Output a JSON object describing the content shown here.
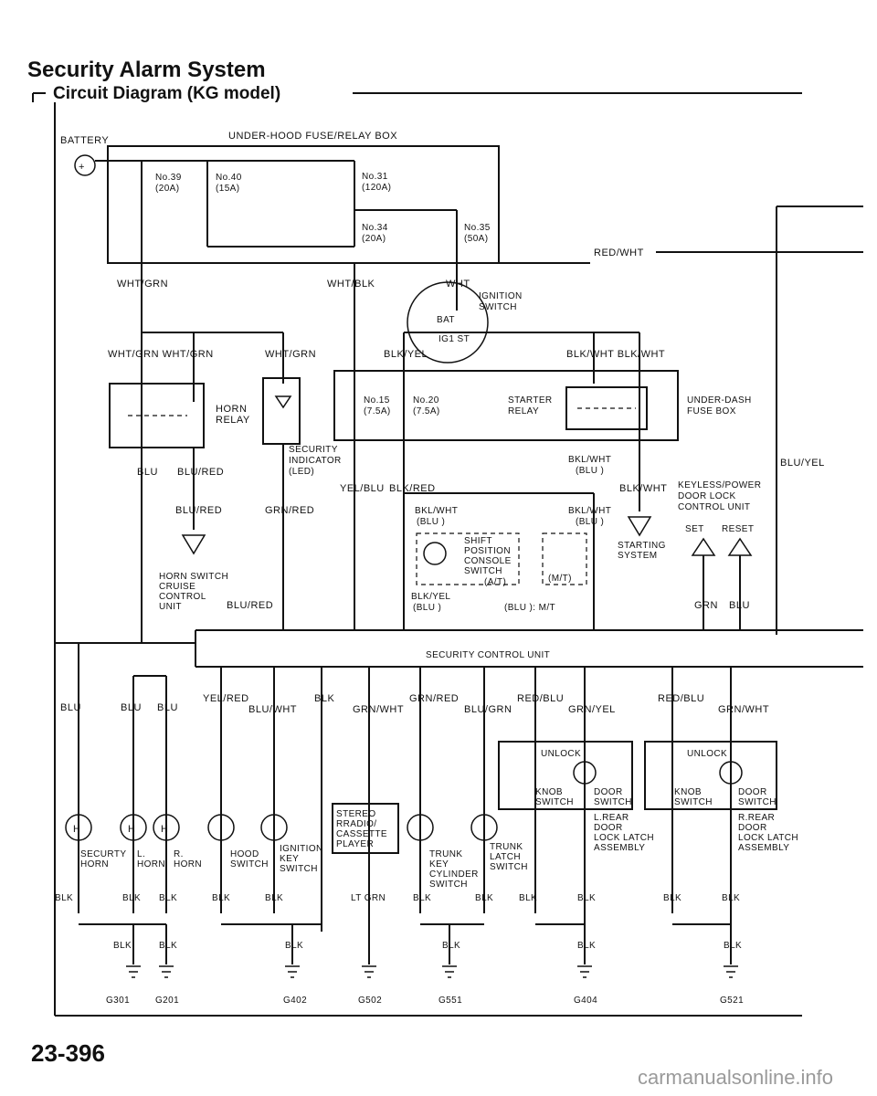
{
  "header": {
    "title": "Security Alarm System",
    "subtitle": "Circuit Diagram (KG model)"
  },
  "top": {
    "battery": "BATTERY",
    "fusebox": "UNDER-HOOD FUSE/RELAY BOX",
    "f39": "No.39",
    "f39a": "(20A)",
    "f40": "No.40",
    "f40a": "(15A)",
    "f31": "No.31",
    "f31a": "(120A)",
    "f34": "No.34",
    "f34a": "(20A)",
    "f35": "No.35",
    "f35a": "(50A)",
    "redwht": "RED/WHT",
    "whtgrn": "WHT/GRN",
    "whtblk": "WHT/BLK",
    "wht": "WHT",
    "ign": "IGNITION",
    "ign2": "SWITCH",
    "bat": "BAT",
    "ig1st": "IG1  ST"
  },
  "mid": {
    "whtgrn_a": "WHT/GRN WHT/GRN",
    "whtgrn_b": "WHT/GRN",
    "blkyel": "BLK/YEL",
    "blkwht2": "BLK/WHT BLK/WHT",
    "horn_relay": "HORN",
    "horn_relay2": "RELAY",
    "f15": "No.15",
    "f15a": "(7.5A)",
    "f20": "No.20",
    "f20a": "(7.5A)",
    "starter": "STARTER",
    "starter2": "RELAY",
    "udfb": "UNDER-DASH",
    "udfb2": "FUSE BOX",
    "led1": "SECURITY",
    "led2": "INDICATOR",
    "led3": "(LED)",
    "blu": "BLU",
    "blured1": "BLU/RED",
    "bkwht_blu": "BKL/WHT",
    "bluparen": "(BLU )",
    "bluyel": "BLU/YEL",
    "yelblu": "YEL/BLU",
    "blkred": "BLK/RED",
    "blkwht_r": "BLK/WHT",
    "keyless1": "KEYLESS/POWER",
    "keyless2": "DOOR LOCK",
    "keyless3": "CONTROL UNIT",
    "blured2": "BLU/RED",
    "grnred": "GRN/RED",
    "bkl_l": "BKL/WHT",
    "bkl_l2": "(BLU )",
    "bkl_r": "BKL/WHT",
    "bkl_r2": "(BLU )",
    "set": "SET",
    "reset": "RESET",
    "shift1": "SHIFT",
    "shift2": "POSITION",
    "shift3": "CONSOLE",
    "shift4": "SWITCH",
    "at": "(A/T)",
    "mt": "(M/T)",
    "starting1": "STARTING",
    "starting2": "SYSTEM",
    "horn_sw1": "HORN SWITCH",
    "horn_sw2": "CRUISE",
    "horn_sw3": "CONTROL",
    "horn_sw4": "UNIT",
    "blured3": "BLU/RED",
    "blkyel2": "BLK/YEL",
    "blkyel3": "(BLU )",
    "mtnote": "(BLU ): M/T",
    "grn": "GRN",
    "blu2": "BLU",
    "scu": "SECURITY CONTROL UNIT"
  },
  "bottom": {
    "blu3": "BLU",
    "blu_a": "BLU",
    "blu_b": "BLU",
    "yelred": "YEL/RED",
    "bluwht": "BLU/WHT",
    "blk": "BLK",
    "grnred2": "GRN/RED",
    "grnwht": "GRN/WHT",
    "redblu": "RED/BLU",
    "blugrn": "BLU/GRN",
    "grnyel": "GRN/YEL",
    "redblu2": "RED/BLU",
    "grnwht2": "GRN/WHT",
    "unlock1": "UNLOCK",
    "unlock2": "UNLOCK",
    "knob1": "KNOB",
    "knob1b": "SWITCH",
    "door1": "DOOR",
    "door1b": "SWITCH",
    "knob2": "KNOB",
    "knob2b": "SWITCH",
    "door2": "DOOR",
    "door2b": "SWITCH",
    "lrear1": "L.REAR",
    "lrear2": "DOOR",
    "lrear3": "LOCK LATCH",
    "lrear4": "ASSEMBLY",
    "rrear1": "R.REAR",
    "rrear2": "DOOR",
    "rrear3": "LOCK LATCH",
    "rrear4": "ASSEMBLY",
    "sechorn1": "SECURTY",
    "sechorn2": "HORN",
    "lhorn1": "L.",
    "lhorn2": "HORN",
    "rhorn1": "R.",
    "rhorn2": "HORN",
    "hood1": "HOOD",
    "hood2": "SWITCH",
    "ignkey1": "IGNITION",
    "ignkey2": "KEY",
    "ignkey3": "SWITCH",
    "stereo1": "STEREO",
    "stereo2": "RRADIO/",
    "stereo3": "CASSETTE",
    "stereo4": "PLAYER",
    "trunkkey1": "TRUNK",
    "trunkkey2": "KEY",
    "trunkkey3": "CYLINDER",
    "trunkkey4": "SWITCH",
    "trunklatch1": "TRUNK",
    "trunklatch2": "LATCH",
    "trunklatch3": "SWITCH",
    "ltgrn": "LT GRN",
    "g301": "G301",
    "g201": "G201",
    "g402": "G402",
    "g502": "G502",
    "g551": "G551",
    "g404": "G404",
    "g521": "G521"
  },
  "footer": {
    "page": "23-396",
    "watermark": "carmanualsonline.info"
  }
}
